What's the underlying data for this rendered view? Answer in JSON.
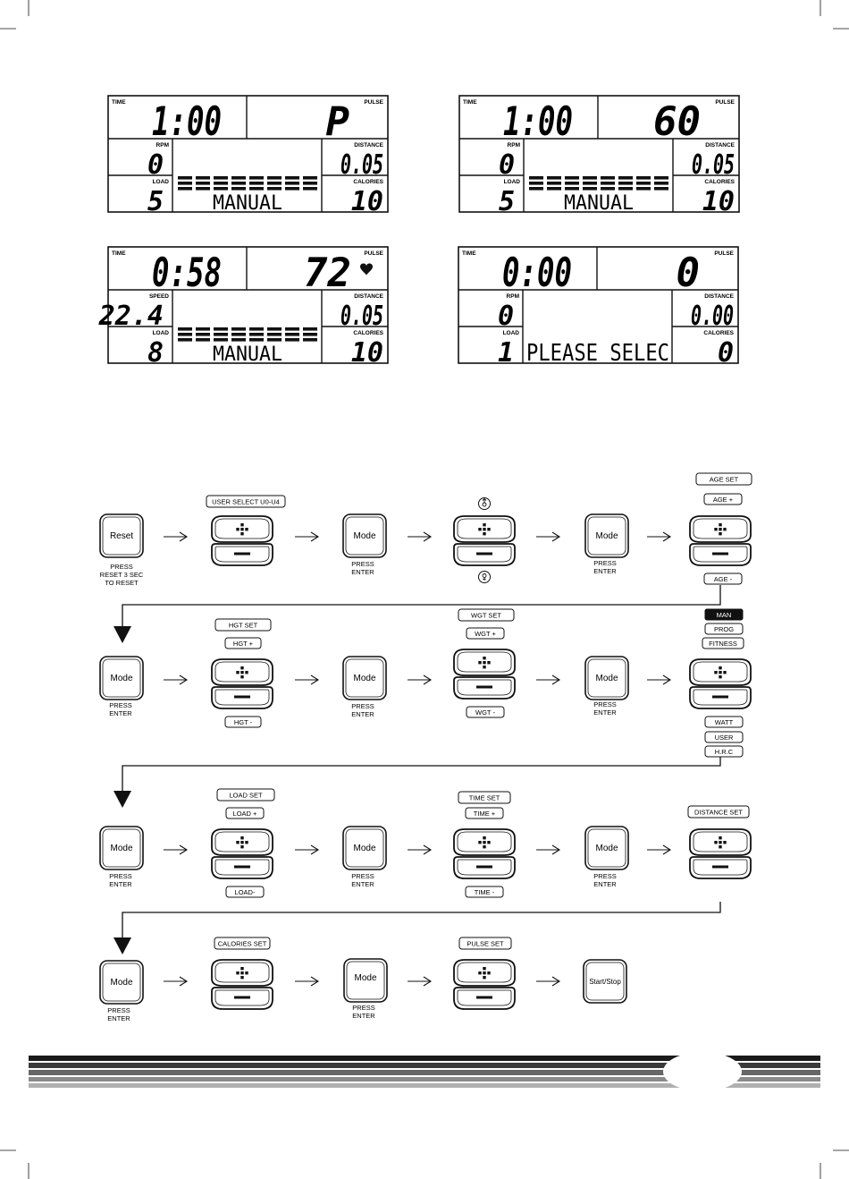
{
  "lcd_panels": [
    {
      "time": "1:00",
      "pulse": "P",
      "left_mid_label": "RPM",
      "left_mid_value": "0",
      "load": "5",
      "distance": "0.05",
      "calories": "10",
      "program": "MANUAL",
      "show_bars": true,
      "show_heart": false
    },
    {
      "time": "1:00",
      "pulse": "60",
      "left_mid_label": "RPM",
      "left_mid_value": "0",
      "load": "5",
      "distance": "0.05",
      "calories": "10",
      "program": "MANUAL",
      "show_bars": true,
      "show_heart": false
    },
    {
      "time": "0:58",
      "pulse": "72",
      "left_mid_label": "SPEED",
      "left_mid_value": "22.4",
      "load": "8",
      "distance": "0.05",
      "calories": "10",
      "program": "MANUAL",
      "show_bars": true,
      "show_heart": true
    },
    {
      "time": "0:00",
      "pulse": "0",
      "left_mid_label": "RPM",
      "left_mid_value": "0",
      "load": "1",
      "distance": "0.00",
      "calories": "0",
      "program": "PLEASE SELEC",
      "show_bars": false,
      "show_heart": false
    }
  ],
  "lcd_labels": {
    "time": "TIME",
    "pulse": "PULSE",
    "load": "LOAD",
    "distance": "DISTANCE",
    "calories": "CALORIES"
  },
  "flow": {
    "row1": {
      "reset_label": "Reset",
      "reset_caption": [
        "PRESS",
        "RESET 3 SEC",
        "TO RESET"
      ],
      "user_select": "USER SELECT U0-U4",
      "mode_label": "Mode",
      "press_enter": [
        "PRESS",
        "ENTER"
      ],
      "age_set": "AGE SET",
      "age_plus": "AGE +",
      "age_minus": "AGE -"
    },
    "row2": {
      "hgt_set": "HGT SET",
      "hgt_plus": "HGT +",
      "hgt_minus": "HGT -",
      "wgt_set": "WGT SET",
      "wgt_plus": "WGT +",
      "wgt_minus": "WGT -",
      "programs_top": [
        "MAN",
        "PROG",
        "FITNESS"
      ],
      "programs_bottom": [
        "WATT",
        "USER",
        "H.R.C"
      ]
    },
    "row3": {
      "load_set": "LOAD SET",
      "load_plus": "LOAD +",
      "load_minus": "LOAD-",
      "time_set": "TIME SET",
      "time_plus": "TIME +",
      "time_minus": "TIME -",
      "distance_set": "DISTANCE SET"
    },
    "row4": {
      "calories_set": "CALORIES SET",
      "pulse_set": "PULSE SET",
      "start_stop": "Start/Stop"
    }
  }
}
